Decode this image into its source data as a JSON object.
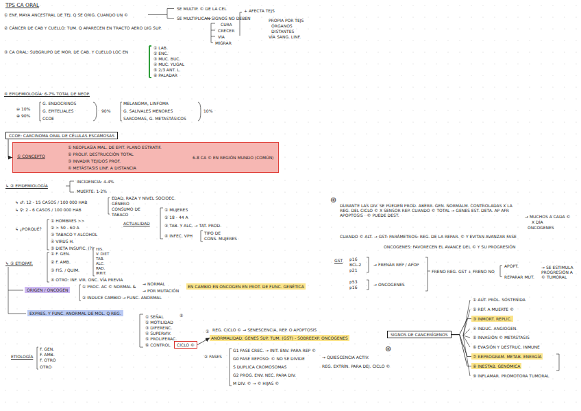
{
  "diagram": {
    "title": "TPS CA ORAL",
    "nodes": [
      {
        "text": [
          "CCOE: CARCINOMA ORAL DE CÉLULAS ESCAMOSAS"
        ]
      },
      {
        "text": [
          "① CONCEPTO",
          "① NEOPLASIA MAL. DE EPIT. PLANO ESTRATIF.",
          "② PROLIF. DESTRUCCIÓN TOTAL",
          "③ INVADIR TEJIDOS PROF.",
          "④ METÁSTASIS LINF. A DISTANCIA",
          "6-8 CA © EN REGIÓN MUNDO (COMÚN)"
        ]
      },
      {
        "text": [
          "ORIGEN / ONCOGEN"
        ]
      },
      {
        "text": [
          "EN CAMBIO EN ONCOGEN EN PROT. DE FUNC. GENÉTICA"
        ]
      },
      {
        "text": [
          "EXPRES. Y FUNC. ANORMAL DE MOL. Q REG."
        ]
      },
      {
        "text": [
          "CICLO ©"
        ]
      },
      {
        "text": [
          "ANORMALIDAD: GENES SUP. TUM. (GST) - SOBREEXP. ONCOGENES"
        ]
      },
      {
        "text": [
          "SIGNOS DE CANCERÍGENOS"
        ]
      },
      {
        "text": [
          "③ INMORT. REPLIC."
        ]
      },
      {
        "text": [
          "⑦ REPROGRAM. METAB. ENERGÍA"
        ]
      },
      {
        "text": [
          "⑧ INESTAB. GENÓMICA"
        ]
      }
    ],
    "edges": [
      {
        "from": 0,
        "to": 1,
        "arrow": "to"
      },
      {
        "from": 5,
        "to": 6,
        "arrow": "to"
      },
      {
        "from": 7,
        "to": 8,
        "arrow": "none"
      },
      {
        "from": 7,
        "to": 9,
        "arrow": "none"
      },
      {
        "from": 7,
        "to": 10,
        "arrow": "none"
      }
    ],
    "labels": [
      "① ENF. MAYA ANCESTRAL DE TEJ. Q SE ORIG. CUANDO UN ©",
      "SE MULTIP. © DE LA CEL",
      "SE MULTIPLICAN SIGNOS NO DEBEN",
      "CURA",
      "CRECER",
      "VIA",
      "MIGRAR",
      "+ AFECTA TEJS",
      "PROPIA POR TEJS",
      "ÓRGANOS",
      "DISTANTES",
      "VÍA SANG. LINF.",
      "② CÁNCER DE CAB Y CUELLO: TUM. Q APARECEN EN TRACTO AERO DIG SUP.",
      "③ CA ORAL: SUBGRUPO DE MOR. DE CAB. Y CUELLO LOC EN",
      "① LAB.",
      "② ENC.",
      "③ MUC. BUC.",
      "④ MUC. YUGAL",
      "⑤ 2/3 ANT. L.",
      "⑥ PALADAR",
      "④ EPIDEMIOLOGÍA: 6-7% TOTAL DE NEOP.",
      "⊖ 10%",
      "⊕ 90%",
      "G. ENDOCRINOS",
      "G. EPITELIALES",
      "CCOE",
      "90%",
      "MELANOMA, LINFOMA",
      "G. SALIVALES MENORES",
      "SARCOMAS, G. METASTÁSICOS",
      "10%",
      "↳ ② EPIDEMIOLOGÍA",
      "INCIDENCIA: 4-4%",
      "MUERTE: 1-2%",
      "↳ ♂: 12 - 15 CASOS / 100 000 HAB",
      "↳ ♀: 2 - 6 CASOS / 100 000 HAB",
      "EDAD, RAZA Y NIVEL SOCIOEC.",
      "GÉNERO",
      "CONSUMO DE",
      "TABACO",
      "↳ ¿PORQUÉ?",
      "① HOMBRES >>",
      "② > 50 - 60 A",
      "③ TABACO Y ALCOHOL",
      "④ VIRUS H.",
      "⑤ DIETA INSUFIC. (?)",
      "ACTUALIDAD",
      "① MUJERES",
      "② 18 - 44 A",
      "③ TAB. Y ALC. → TAT. PROD.",
      "④ INFEC. VPH",
      "TIPO DE",
      "CONS. MUJERES",
      "↳ ③ ETIOPAT.",
      "① F. GEN.",
      "② F. AMB.",
      "③ FIS. / QUIM.",
      "④ OTRO: INF. VIR. ONC. VÍA PREVIA",
      "HIS.",
      "V. DIET",
      "TAB.",
      "ALC.",
      "RAD.",
      "IRRIT.",
      "① PROC. AC © NORMAL &",
      "→ NORMAL",
      "→ POR MUTACIÓN",
      "② INDUCE CAMBIO → FUNC. ANORMAL",
      "① SEÑAL",
      "② MOTILIDAD",
      "③ DIFERENC.",
      "④ SUPERVIV.",
      "⑤ PROLIFERAC.",
      "⑥ CONTROL",
      "⑤",
      "①",
      "REG. CICLO © → SENESCENCIA, REP. O APOPTOSIS",
      "② FASES",
      "G1 FASE CREC. → INIT. ENV. PARA REP ©",
      "G0 FASE REPOSO: © NO SE DIVIDE",
      "→ QUIESCENCIA ACTIV.",
      "REG. EXTRÍN. PARA DEJ. CICLO ©",
      "S DUPLICA CROMOSOMAS",
      "G2 PROG. ENV. NEC. PARA DIV.",
      "M DIV. © → © HIJAS ©",
      "ETIOLOGÍA",
      "F. GEN.",
      "F. AMB.",
      "F. OTRO",
      "OTRO",
      "⊛",
      "DURANTE LAS DIV. SE PUEDEN PROD. ABERR. GEN. NORMALM. CONTROLADAS X LA REG. DEL CICLO © X SENSOR REP. CUANDO © TOTAL → GENES EST. DETA. AP AFR APOPTOSIS · © PUEDE DEST.",
      "→ MUCHOS A CADA ©",
      "X DÍA",
      "ONCOGENES",
      "CUANDO © ALT. → GST: PARÁMETROS: REG. DE LA REPAR. © Y EVITAN AVANZAR FASE",
      "ONCOGENES: FAVORECEN EL AVANCE DEL © Y SU PROGRESIÓN",
      "GST",
      "p16",
      "BCL-2",
      "p21",
      "→ FRENAR REP / APOP",
      "p53",
      "p16",
      "→ ONCOGENES",
      "FRENO REG. GST + FRENO NO",
      "APOPT.",
      "REPARAR MUT.",
      "→ SE ESTIMULA PROGRESIÓN A © TUMORAL",
      "① AUT. PROL. SOSTENIDA",
      "② REF. A MUERTE ©",
      "④ INDUC. ANGIOGEN.",
      "⑤ INVASIÓN © METÁSTASIS",
      "⑥ EVASIÓN Y DESTRUC. INMUNE",
      "⑨ INFLAMAR. PROMOTORA TUMORAL",
      "⊛"
    ]
  }
}
